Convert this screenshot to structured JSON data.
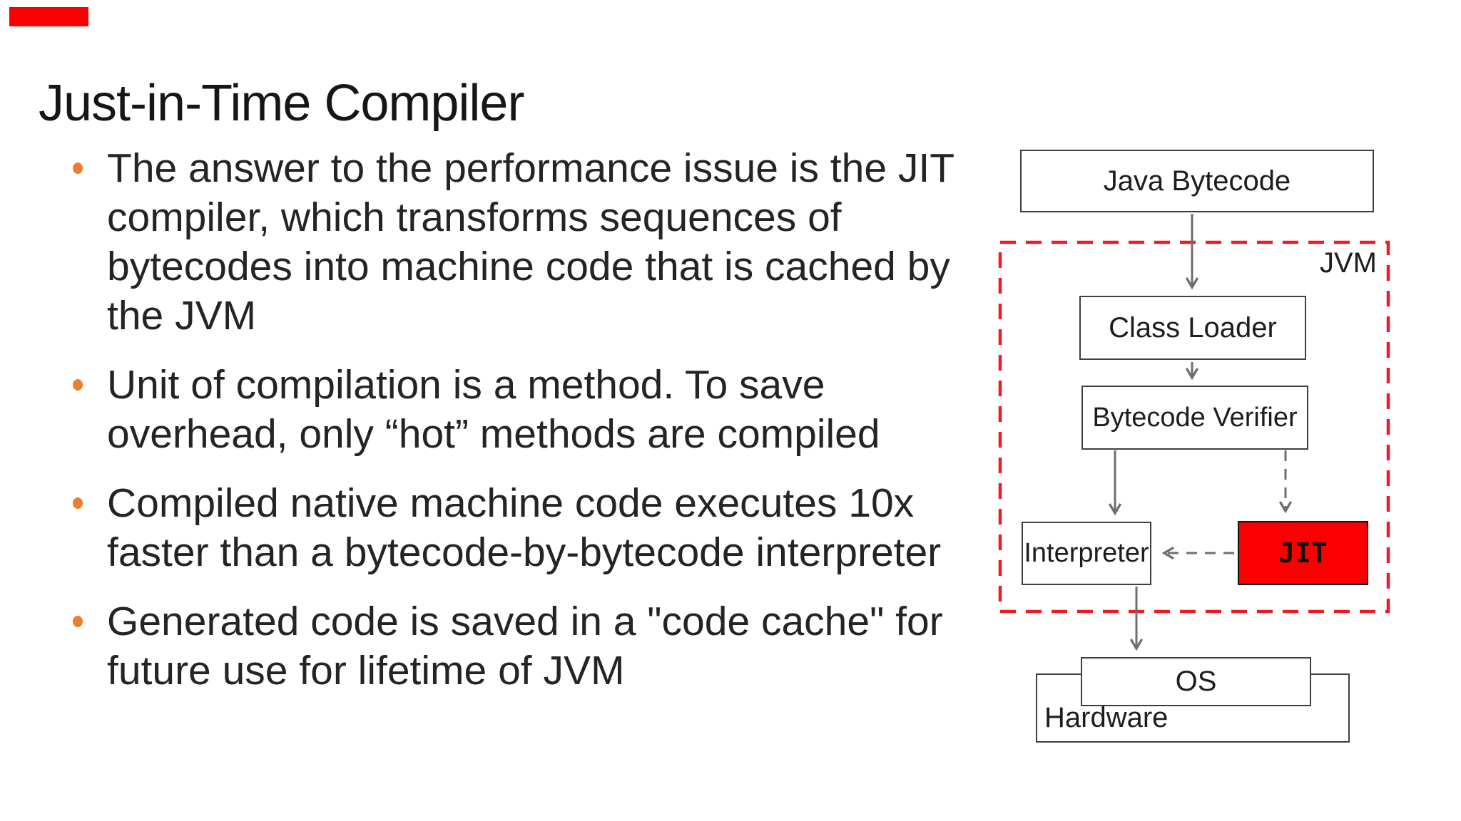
{
  "slide": {
    "title": "Just-in-Time Compiler",
    "accent_color": "#FA0000",
    "bullet_dot_color": "#ED7D31",
    "bullets": [
      "The answer to the performance issue is the JIT\ncompiler, which transforms sequences of\nbytecodes into machine code that is cached by\nthe JVM",
      "Unit of compilation is a method. To save\noverhead, only “hot” methods are compiled",
      "Compiled native machine code executes 10x\nfaster than a bytecode-by-bytecode interpreter",
      "Generated code is saved in a \"code cache\" for\nfuture use for lifetime of JVM"
    ]
  },
  "diagram": {
    "jvm_label": "JVM",
    "nodes": {
      "java_bytecode": "Java Bytecode",
      "class_loader": "Class Loader",
      "bytecode_verifier": "Bytecode Verifier",
      "interpreter": "Interpreter",
      "jit": "JIT",
      "os": "OS",
      "hardware": "Hardware"
    },
    "colors": {
      "jvm_border": "#EC1C24",
      "jit_fill": "#FA0000",
      "arrow": "#6E6E6E",
      "box_border": "#3F3F3F"
    }
  }
}
